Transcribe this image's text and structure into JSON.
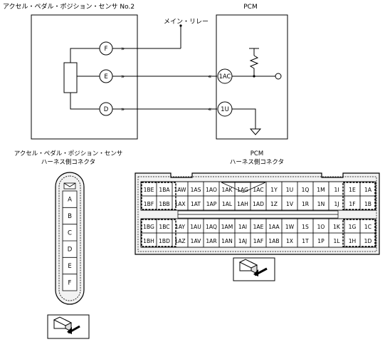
{
  "top": {
    "sensor_title": "アクセル・ペダル・ポジション・センサ No.2",
    "pcm_title": "PCM",
    "relay_label": "メイン・リレー",
    "sensor_terminals": [
      "F",
      "E",
      "D"
    ],
    "pcm_terminals": [
      "1AC",
      "1U"
    ]
  },
  "left_connector": {
    "caption_line1": "アクセル・ペダル・ポジション・センサ",
    "caption_line2": "ハーネス側コネクタ",
    "pins": [
      "A",
      "B",
      "C",
      "D",
      "E",
      "F"
    ]
  },
  "right_connector": {
    "caption_line1": "PCM",
    "caption_line2": "ハーネス側コネクタ",
    "rows": [
      [
        "1BE",
        "1BA",
        "1AW",
        "1AS",
        "1AO",
        "1AK",
        "1AG",
        "1AC",
        "1Y",
        "1U",
        "1Q",
        "1M",
        "1I",
        "1E",
        "1A"
      ],
      [
        "1BF",
        "1BB",
        "1AX",
        "1AT",
        "1AP",
        "1AL",
        "1AH",
        "1AD",
        "1Z",
        "1V",
        "1R",
        "1N",
        "1J",
        "1F",
        "1B"
      ],
      [
        "1BG",
        "1BC",
        "1AY",
        "1AU",
        "1AQ",
        "1AM",
        "1AI",
        "1AE",
        "1AA",
        "1W",
        "1S",
        "1O",
        "1K",
        "1G",
        "1C"
      ],
      [
        "1BH",
        "1BD",
        "1AZ",
        "1AV",
        "1AR",
        "1AN",
        "1AJ",
        "1AF",
        "1AB",
        "1X",
        "1T",
        "1P",
        "1L",
        "1H",
        "1D"
      ]
    ]
  }
}
